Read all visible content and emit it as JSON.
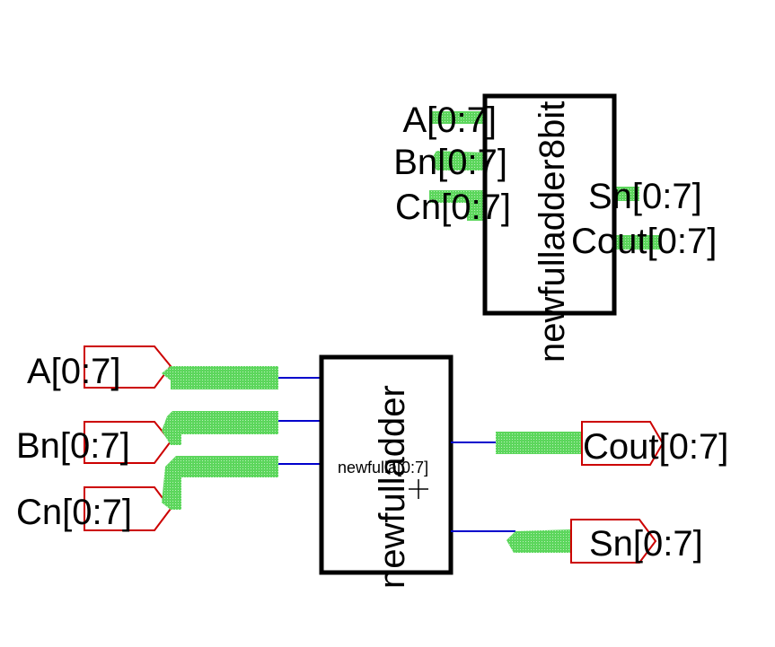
{
  "colors": {
    "background": "#ffffff",
    "box_stroke": "#000000",
    "wire": "#0000cc",
    "bus": "#5cd65c",
    "port_outline": "#cc0000",
    "text": "#000000"
  },
  "symbol": {
    "name": "newfulladder8bit",
    "inputs": [
      "A[0:7]",
      "Bn[0:7]",
      "Cn[0:7]"
    ],
    "outputs": [
      "Sn[0:7]",
      "Cout[0:7]"
    ]
  },
  "schematic": {
    "block_name": "newfulladder",
    "instance_label": "newfulla[0:7]",
    "input_ports": [
      "A[0:7]",
      "Bn[0:7]",
      "Cn[0:7]"
    ],
    "output_ports": [
      "Cout[0:7]",
      "Sn[0:7]"
    ]
  }
}
